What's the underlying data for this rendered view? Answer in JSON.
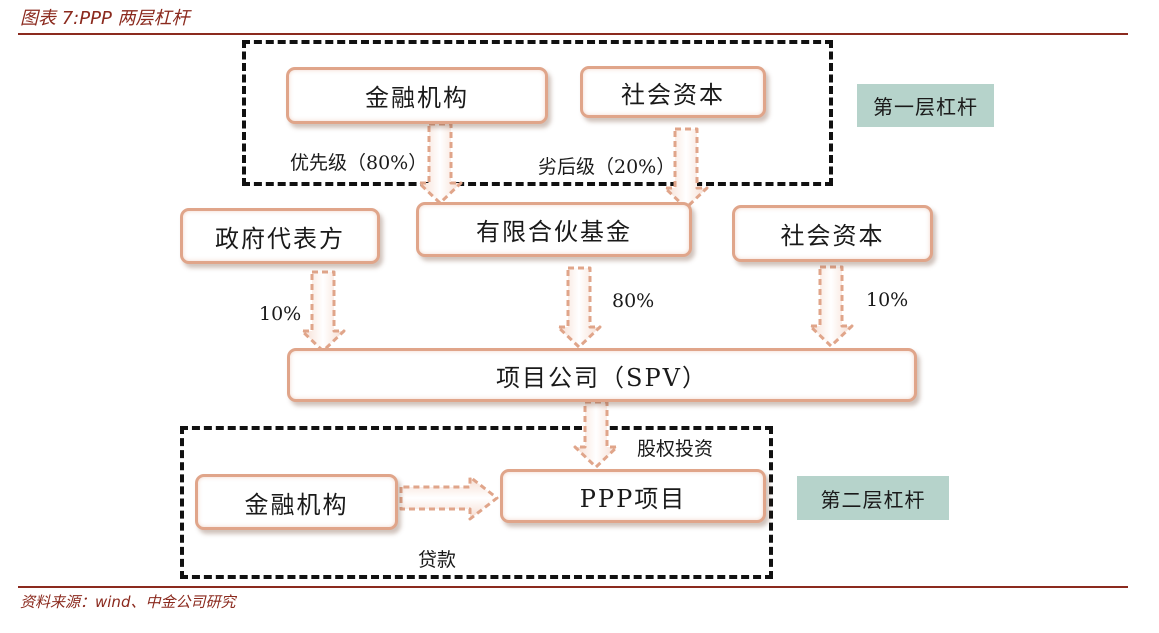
{
  "header": {
    "title": "图表 7:PPP 两层杠杆"
  },
  "footer": {
    "source": "资料来源：wind、中金公司研究"
  },
  "diagram": {
    "nodes": {
      "finance_top": "金融机构",
      "social_top": "社会资本",
      "gov": "政府代表方",
      "fund": "有限合伙基金",
      "social_mid": "社会资本",
      "spv": "项目公司（SPV）",
      "finance_bottom": "金融机构",
      "ppp": "PPP项目"
    },
    "labels": {
      "priority": "优先级（80%）",
      "subordinate": "劣后级（20%）",
      "gov_pct": "10%",
      "fund_pct": "80%",
      "social_pct": "10%",
      "equity": "股权投资",
      "loan": "贷款"
    },
    "tags": {
      "layer1": "第一层杠杆",
      "layer2": "第二层杠杆"
    }
  }
}
